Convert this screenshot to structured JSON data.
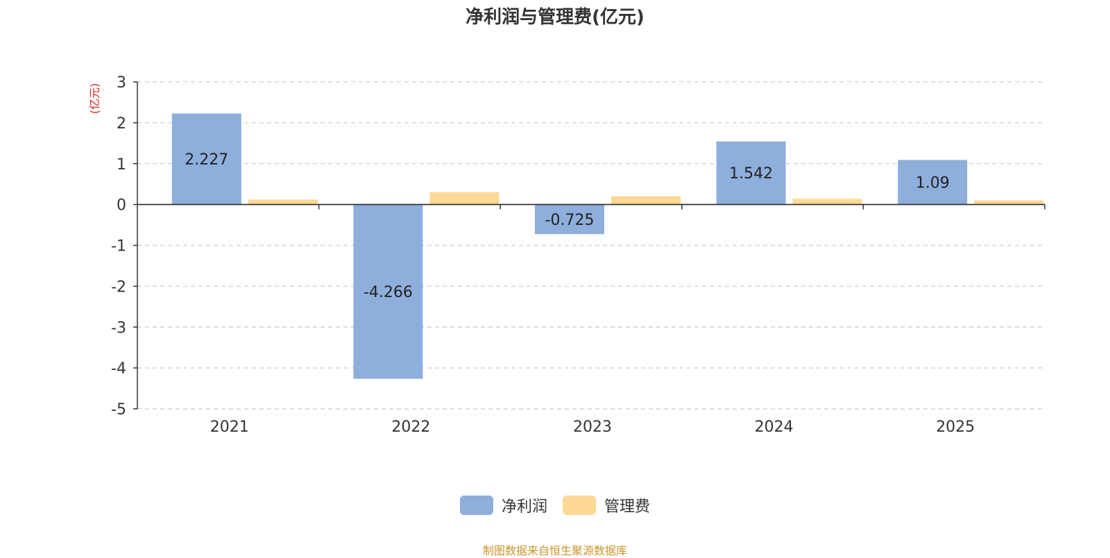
{
  "chart_data": {
    "type": "bar",
    "title": "净利润与管理费(亿元)",
    "ylabel": "(亿元)",
    "xlabel": "",
    "categories": [
      "2021",
      "2022",
      "2023",
      "2024",
      "2025"
    ],
    "ylim": [
      -5,
      3
    ],
    "yticks": [
      3,
      2,
      1,
      0,
      -1,
      -2,
      -3,
      -4,
      -5
    ],
    "grid": true,
    "legend_position": "bottom",
    "series": [
      {
        "name": "净利润",
        "values": [
          2.227,
          -4.266,
          -0.725,
          1.542,
          1.09
        ],
        "data_labels": [
          "2.227",
          "-4.266",
          "-0.725",
          "1.542",
          "1.09"
        ],
        "color": "#8eaedb"
      },
      {
        "name": "管理费",
        "values": [
          0.12,
          0.3,
          0.2,
          0.14,
          0.1
        ],
        "color": "#fdd995"
      }
    ]
  },
  "source": "制图数据来自恒生聚源数据库",
  "colors": {
    "axis": "#333333",
    "grid": "#cccccc",
    "ylabel": "#e0201e",
    "source": "#c8962a"
  }
}
